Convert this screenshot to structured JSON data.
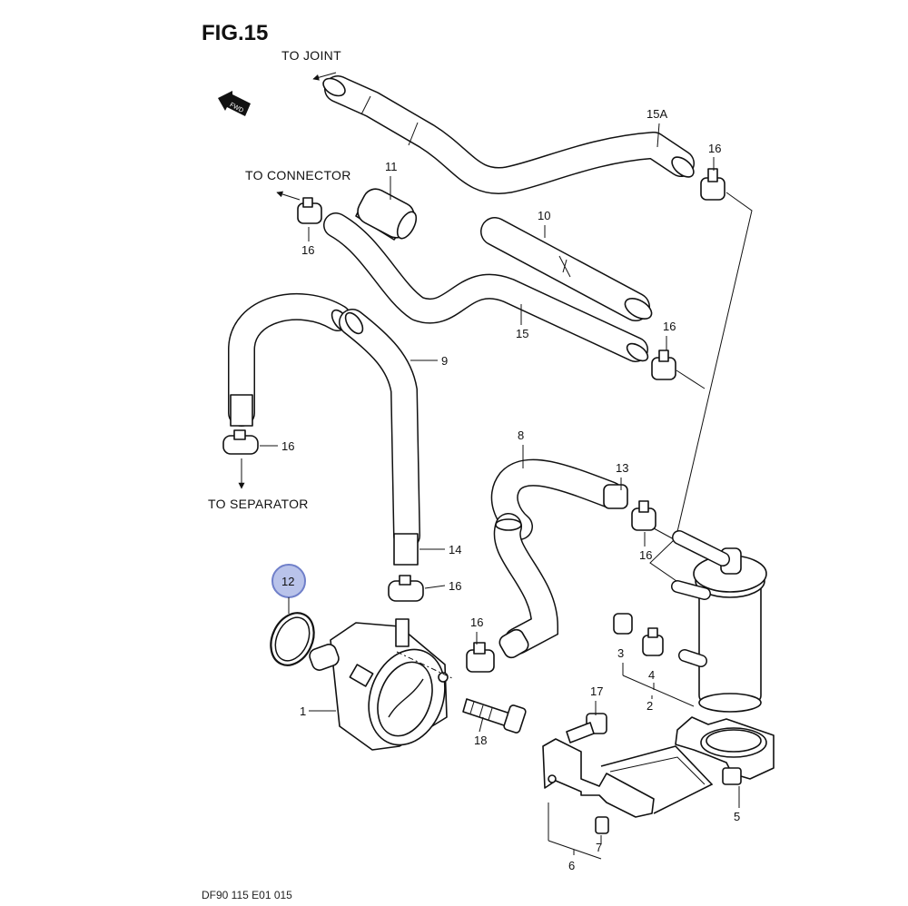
{
  "figure": {
    "title": "FIG.15",
    "footer": "DF90 115 E01  015",
    "fwd_mark": "FWD"
  },
  "directions": {
    "to_joint": "TO JOINT",
    "to_connector": "TO CONNECTOR",
    "to_separator": "TO SEPARATOR"
  },
  "callouts": {
    "p1": "1",
    "p2": "2",
    "p3": "3",
    "p4": "4",
    "p5": "5",
    "p6": "6",
    "p7": "7",
    "p8": "8",
    "p9": "9",
    "p10": "10",
    "p11": "11",
    "p12": "12",
    "p13": "13",
    "p14": "14",
    "p15": "15",
    "p15a": "15A",
    "p16": "16",
    "p17": "17",
    "p18": "18"
  },
  "highlight": {
    "part": "12",
    "fill": "#b9c3ea",
    "stroke": "#6f7fc9"
  }
}
